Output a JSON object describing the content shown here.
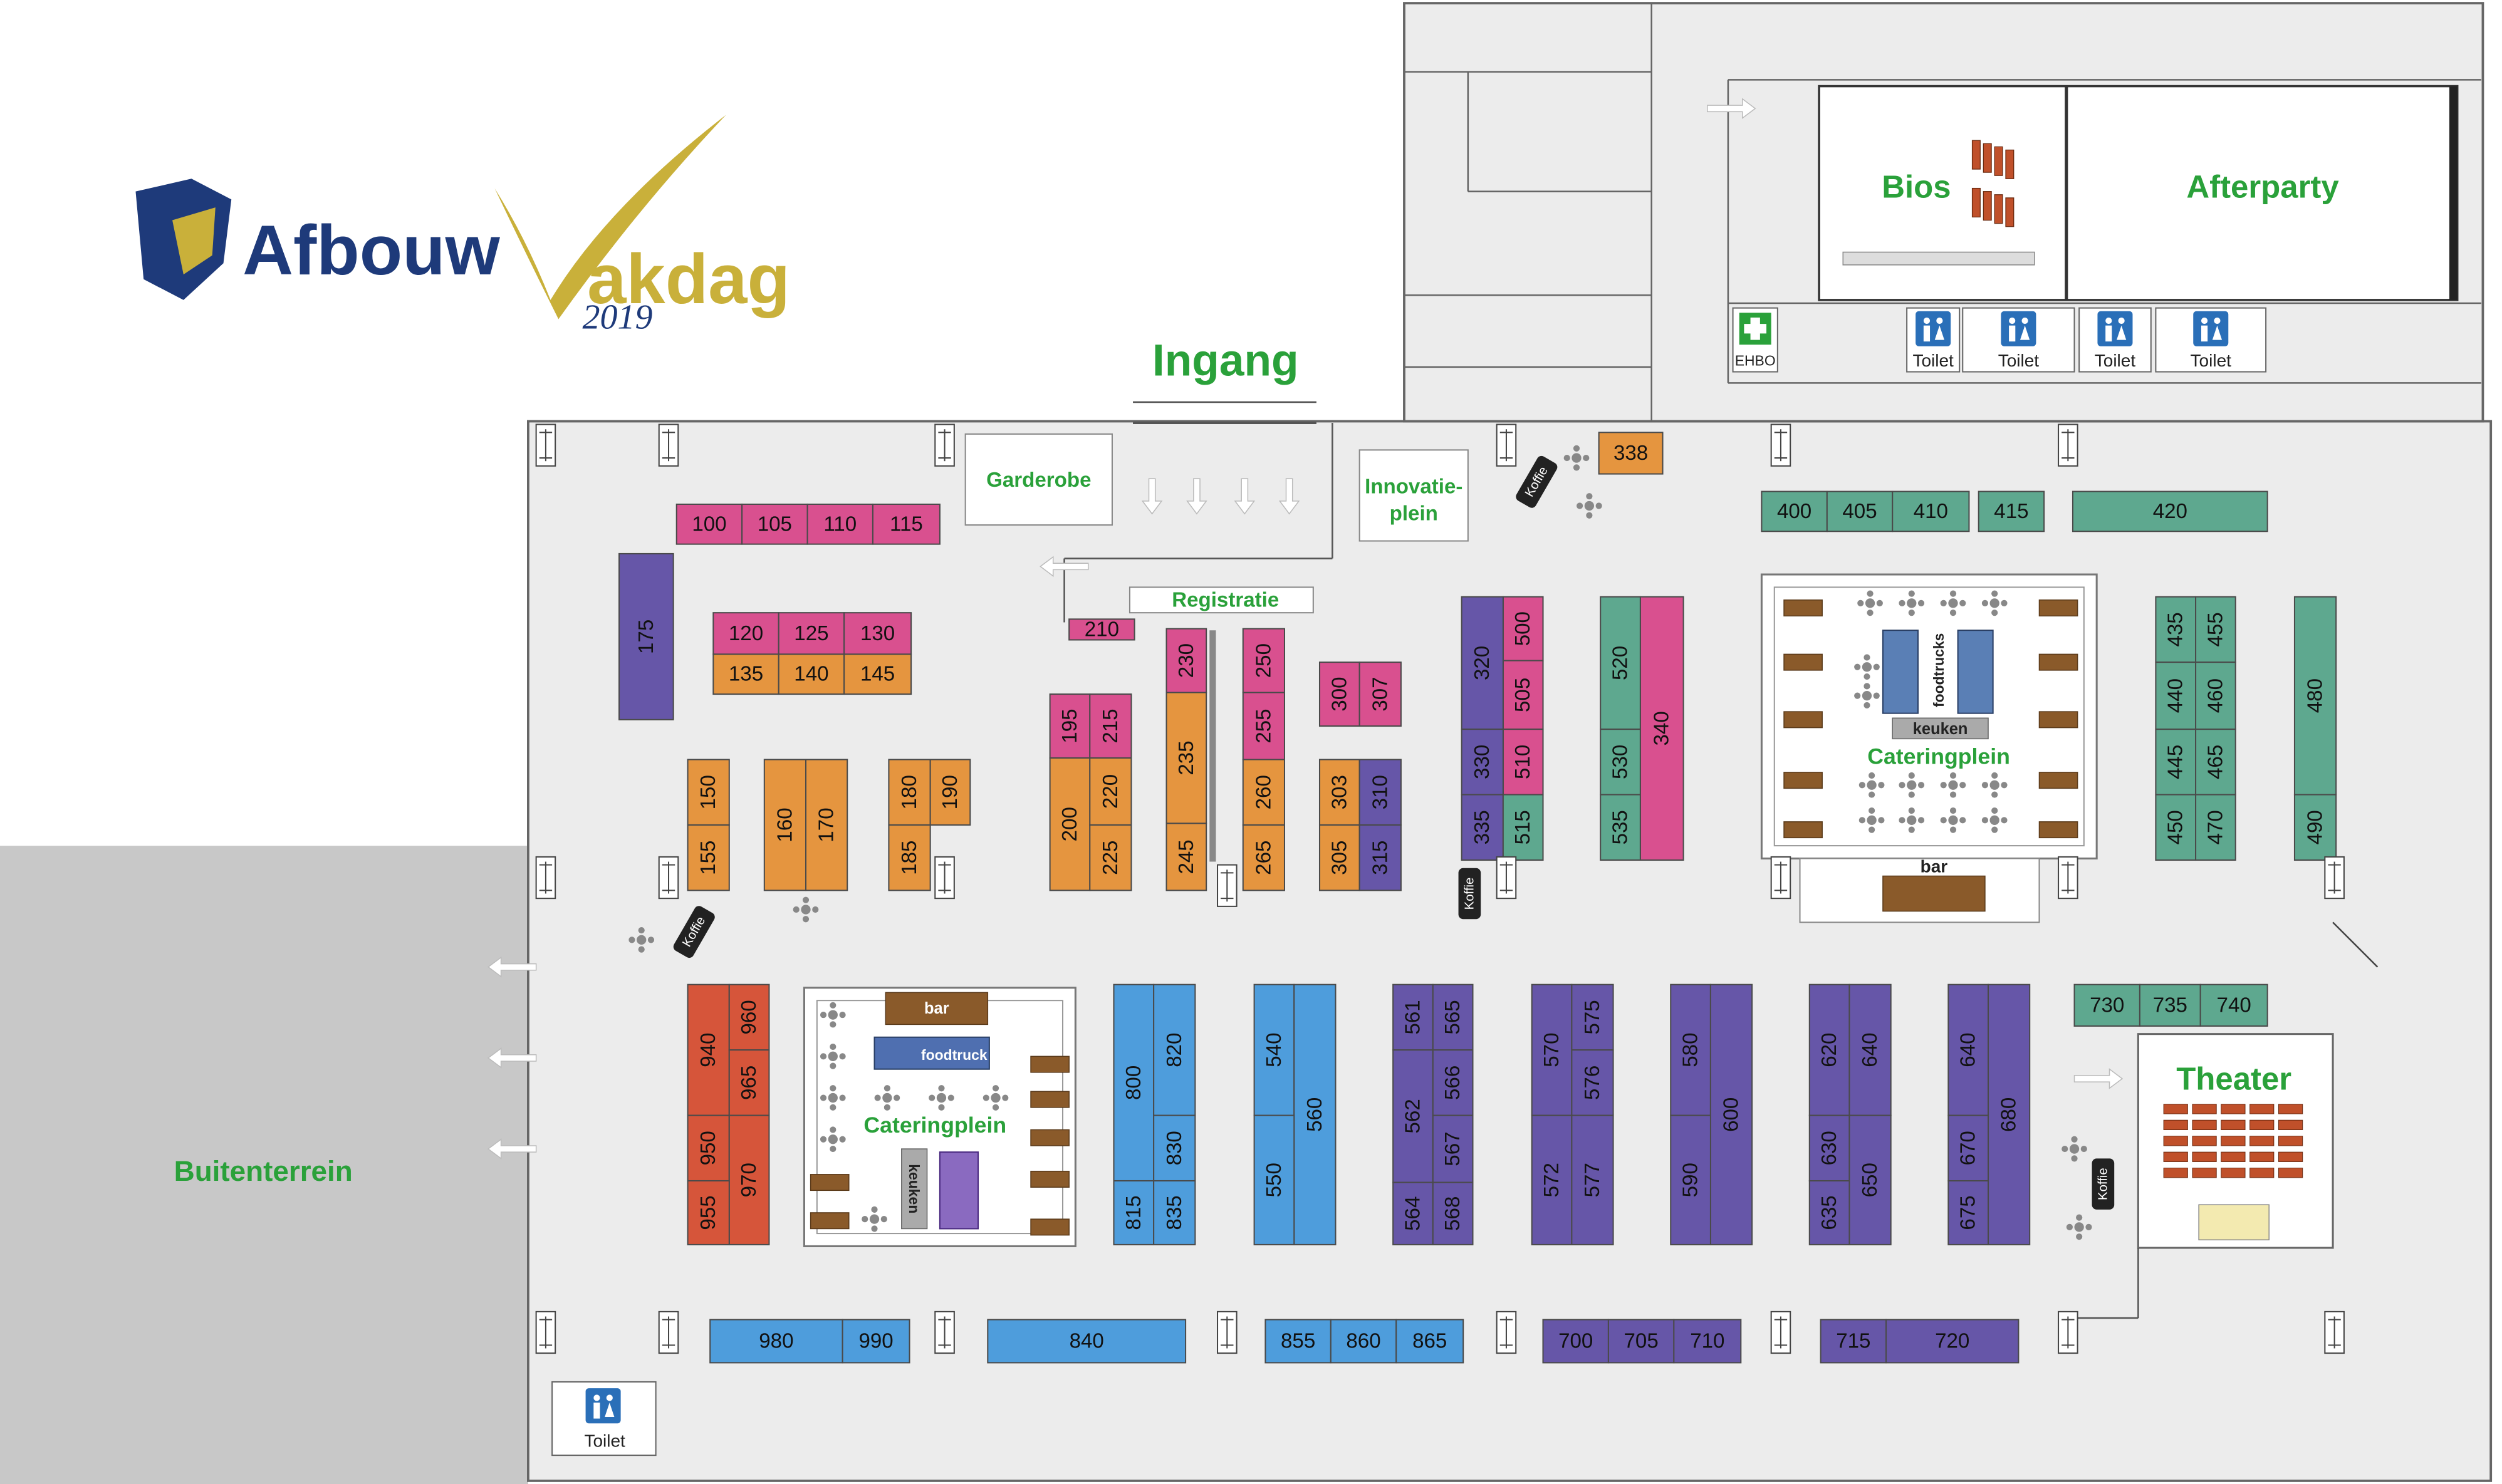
{
  "logo": {
    "word_left": "Afbouw",
    "word_right": "akdag",
    "year": "2019"
  },
  "areas": {
    "ingang": "Ingang",
    "garderobe": "Garderobe",
    "innovatie_line1": "Innovatie-",
    "innovatie_line2": "plein",
    "registratie": "Registratie",
    "bios": "Bios",
    "afterparty": "Afterparty",
    "theater": "Theater",
    "buitenterrein": "Buitenterrein",
    "cateringplein": "Cateringplein",
    "foodtrucks": "foodtrucks",
    "foodtruck": "foodtruck",
    "keuken": "keuken",
    "bar": "bar",
    "koffie": "Koffie",
    "toilet": "Toilet",
    "ehbo": "EHBO"
  },
  "colors": {
    "pink": "#d9508f",
    "orange": "#e5953f",
    "purple": "#6656a8",
    "teal": "#5ea88f",
    "blue": "#4e9ddc",
    "red": "#d6553a",
    "green_text": "#2aa13a",
    "navy": "#1e3a7a",
    "gold": "#c9b03a"
  },
  "booths": {
    "pink": [
      "100",
      "105",
      "110",
      "115",
      "120",
      "125",
      "130",
      "195",
      "215",
      "230",
      "250",
      "255",
      "300",
      "307",
      "210",
      "500",
      "505",
      "510",
      "340"
    ],
    "orange": [
      "135",
      "140",
      "145",
      "150",
      "155",
      "160",
      "170",
      "180",
      "190",
      "185",
      "200",
      "220",
      "225",
      "235",
      "245",
      "260",
      "265",
      "303",
      "305",
      "338"
    ],
    "purple": [
      "175",
      "310",
      "315",
      "320",
      "330",
      "335",
      "561",
      "565",
      "562",
      "566",
      "567",
      "564",
      "568",
      "570",
      "575",
      "576",
      "572",
      "577",
      "580",
      "600",
      "590",
      "620",
      "640",
      "630",
      "650",
      "635",
      "640",
      "680",
      "670",
      "675",
      "700",
      "705",
      "710",
      "715",
      "720"
    ],
    "teal": [
      "400",
      "405",
      "410",
      "415",
      "420",
      "515",
      "520",
      "530",
      "535",
      "435",
      "455",
      "440",
      "460",
      "445",
      "465",
      "450",
      "470",
      "480",
      "490",
      "730",
      "735",
      "740"
    ],
    "blue": [
      "800",
      "820",
      "830",
      "815",
      "835",
      "540",
      "560",
      "550",
      "980",
      "990",
      "840",
      "855",
      "860",
      "865"
    ],
    "red": [
      "940",
      "960",
      "965",
      "950",
      "970",
      "955"
    ]
  }
}
